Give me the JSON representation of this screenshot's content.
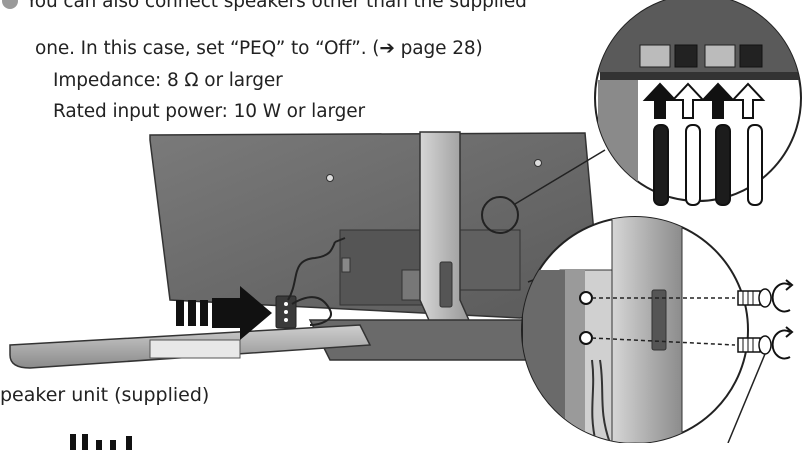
{
  "instructions": {
    "line1": "You can also connect speakers other than the supplied",
    "line2_prefix": "one. In this case, set “PEQ” to “Off”. (",
    "arrow": "➔",
    "line2_suffix": " page 28)",
    "line3": "Impedance: 8 Ω or larger",
    "line4": "Rated input power: 10 W or larger"
  },
  "caption": "peaker unit (supplied)",
  "icons": {
    "bullet": "filled-circle-bullet",
    "arrow": "right-arrow-icon",
    "insert_arrow": "striped-right-arrow-icon",
    "cable_arrows": "up-arrow-icons",
    "screws": "screw-icons",
    "rotate": "clockwise-rotate-icons"
  },
  "colors": {
    "text": "#222222",
    "tv_body": "#6e6e6e",
    "stand": "#b8b8b8",
    "bullet": "#9a9a9a"
  }
}
